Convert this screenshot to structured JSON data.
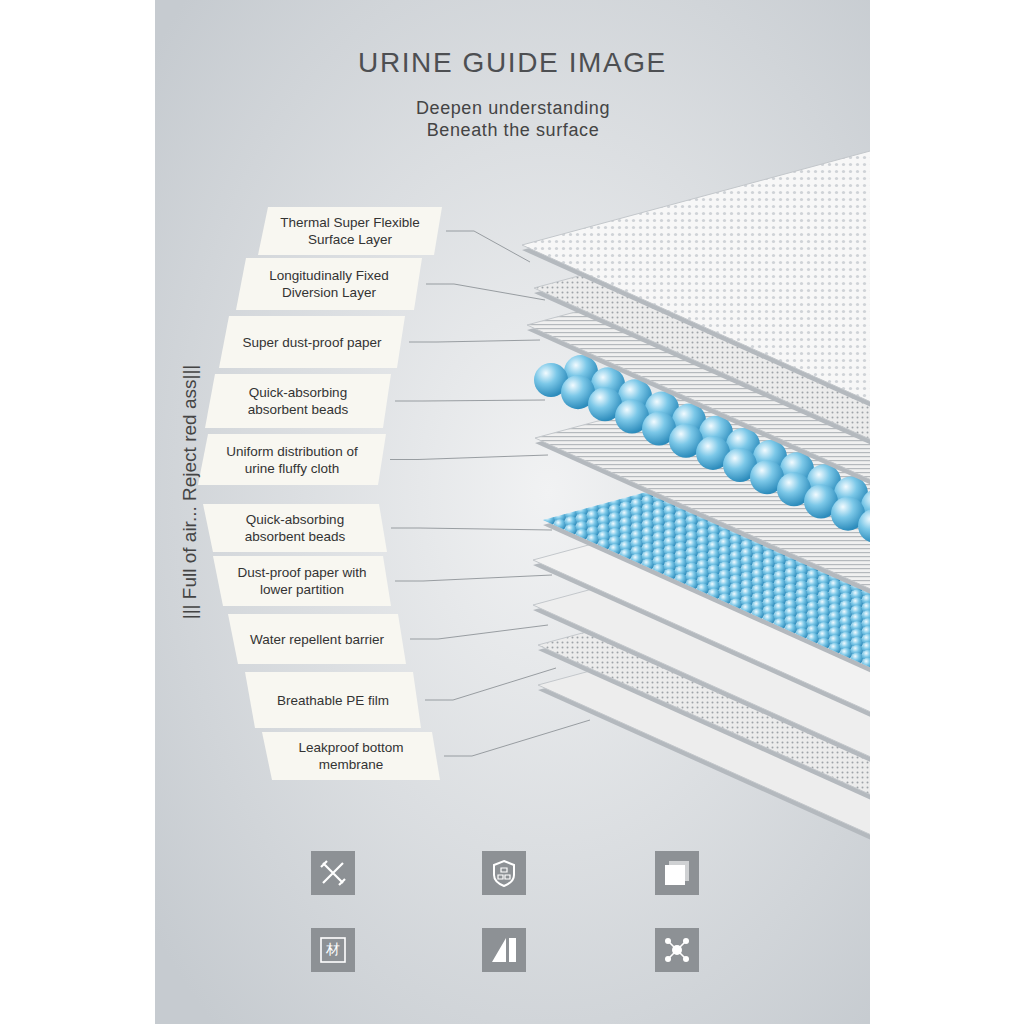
{
  "diagram": {
    "title": "URINE GUIDE IMAGE",
    "nodes": [
      {
        "text": [
          "Thermal Super Flexible Surface Layer"
        ]
      },
      {
        "text": [
          "Longitudinally Fixed Diversion Layer"
        ]
      },
      {
        "text": [
          "Super dust-proof paper"
        ]
      },
      {
        "text": [
          "Quick-absorbing absorbent beads"
        ]
      },
      {
        "text": [
          "Uniform distribution of urine fluffy cloth"
        ]
      },
      {
        "text": [
          "Quick-absorbing absorbent beads"
        ]
      },
      {
        "text": [
          "Dust-proof paper with lower partition"
        ]
      },
      {
        "text": [
          "Water repellent barrier"
        ]
      },
      {
        "text": [
          "Breathable PE film"
        ]
      },
      {
        "text": [
          "Leakproof bottom membrane"
        ]
      }
    ],
    "labels": [
      "Deepen understanding Beneath the surface",
      "||| Full of air... Reject red ass|||",
      "材"
    ]
  }
}
